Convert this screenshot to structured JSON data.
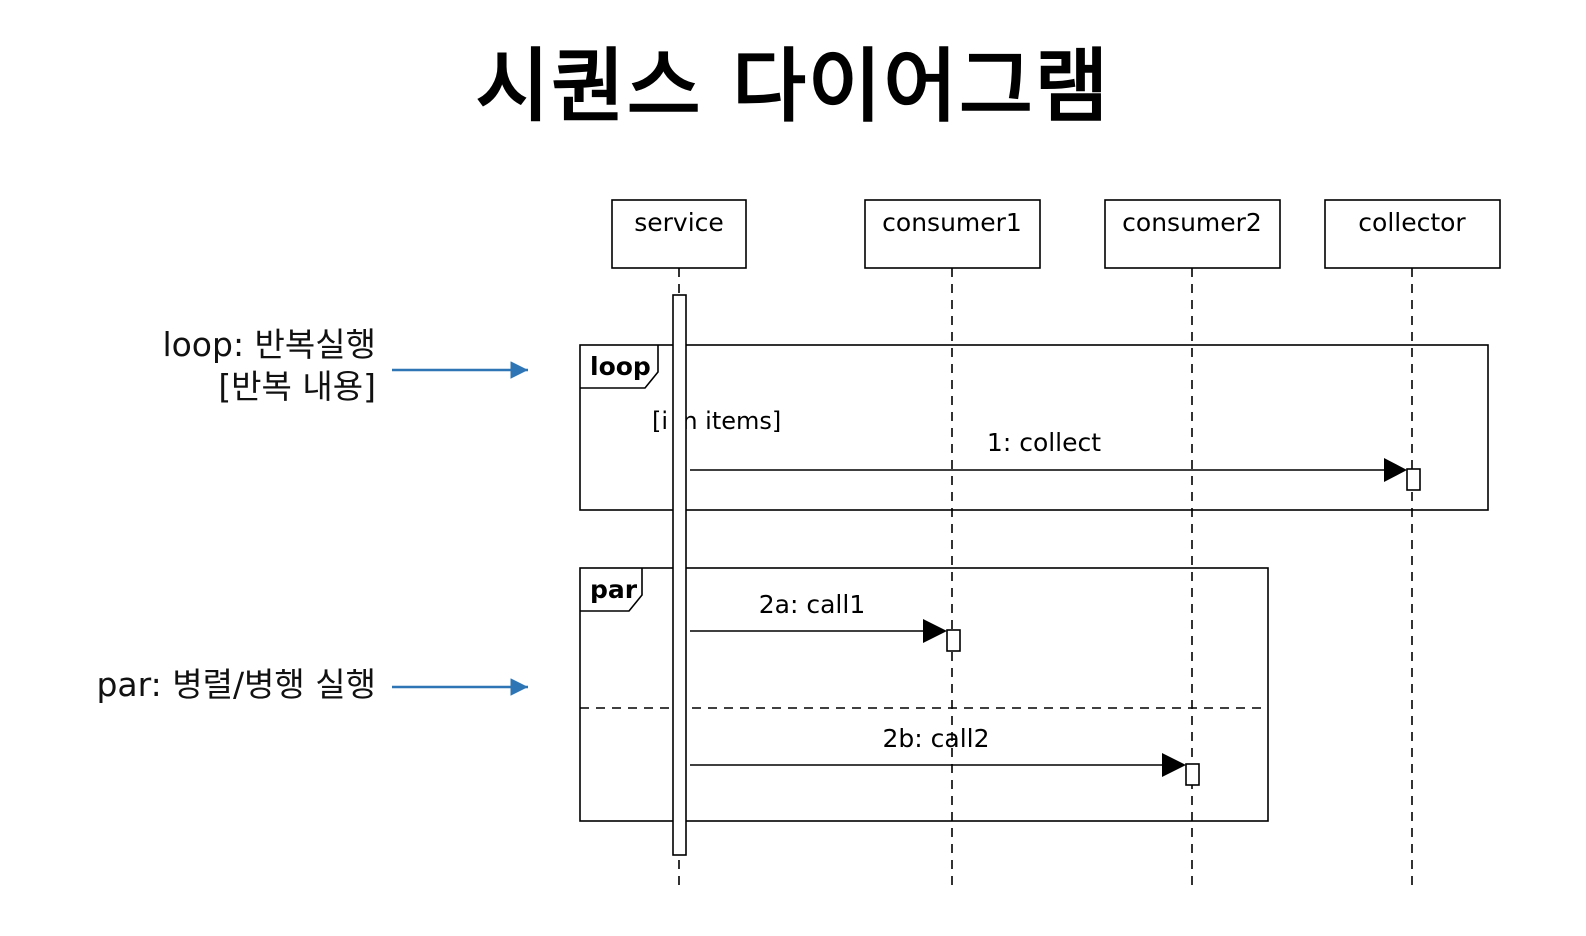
{
  "title": "시퀀스 다이어그램",
  "participants": [
    "service",
    "consumer1",
    "consumer2",
    "collector"
  ],
  "notes": {
    "loop": {
      "line1": "loop: 반복실행",
      "line2": "[반복 내용]"
    },
    "par": {
      "line1": "par:  병렬/병행 실행"
    }
  },
  "fragments": {
    "loop": {
      "label": "loop",
      "guard": "[i in items]"
    },
    "par": {
      "label": "par"
    }
  },
  "messages": {
    "collect": "1: collect",
    "call1": "2a: call1",
    "call2": "2b: call2"
  },
  "colors": {
    "arrow": "#2e75b6",
    "line": "#000000"
  }
}
